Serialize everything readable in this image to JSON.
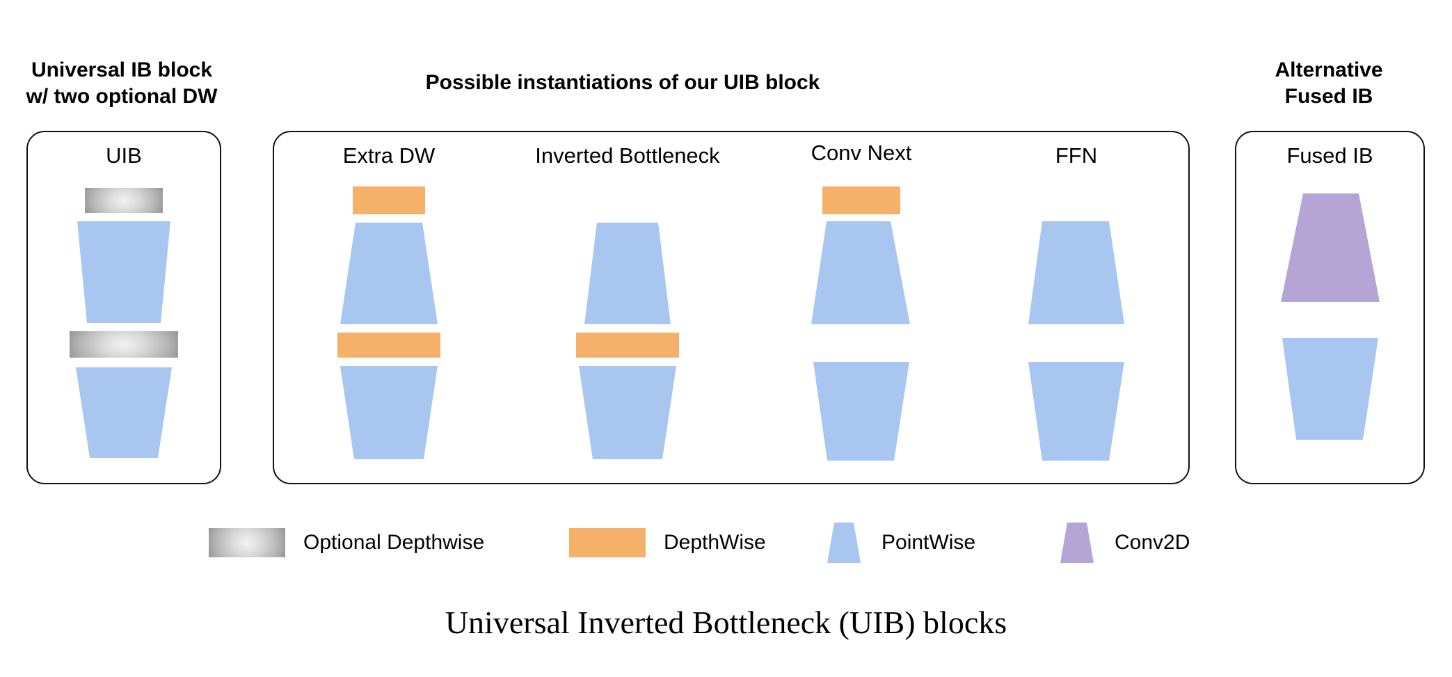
{
  "figure": {
    "caption": "Universal Inverted Bottleneck (UIB) blocks",
    "colors": {
      "pointwise_blue": "#a8c6f0",
      "depthwise_orange": "#f5b06a",
      "conv2d_purple": "#b4a5d5",
      "optional_depthwise_gray": "#9a9a9a",
      "panel_border": "#111111",
      "text": "#000000",
      "background": "#ffffff"
    }
  },
  "sections": {
    "left": {
      "heading": "Universal IB block\nw/ two optional DW",
      "block_label": "UIB",
      "layers": [
        {
          "kind": "optional-depthwise",
          "label": "Optional Depthwise"
        },
        {
          "kind": "pointwise",
          "label": "PointWise"
        },
        {
          "kind": "optional-depthwise",
          "label": "Optional Depthwise"
        },
        {
          "kind": "pointwise",
          "label": "PointWise"
        }
      ]
    },
    "middle": {
      "heading": "Possible instantiations of our UIB block",
      "variants": [
        {
          "label": "Extra DW",
          "layers": [
            {
              "kind": "depthwise",
              "label": "DepthWise"
            },
            {
              "kind": "pointwise",
              "label": "PointWise"
            },
            {
              "kind": "depthwise",
              "label": "DepthWise"
            },
            {
              "kind": "pointwise",
              "label": "PointWise"
            }
          ]
        },
        {
          "label": "Inverted Bottleneck",
          "layers": [
            {
              "kind": "pointwise",
              "label": "PointWise"
            },
            {
              "kind": "depthwise",
              "label": "DepthWise"
            },
            {
              "kind": "pointwise",
              "label": "PointWise"
            }
          ]
        },
        {
          "label": "Conv Next",
          "layers": [
            {
              "kind": "depthwise",
              "label": "DepthWise"
            },
            {
              "kind": "pointwise",
              "label": "PointWise"
            },
            {
              "kind": "pointwise",
              "label": "PointWise"
            }
          ]
        },
        {
          "label": "FFN",
          "layers": [
            {
              "kind": "pointwise",
              "label": "PointWise"
            },
            {
              "kind": "pointwise",
              "label": "PointWise"
            }
          ]
        }
      ]
    },
    "right": {
      "heading": "Alternative\nFused IB",
      "block_label": "Fused IB",
      "layers": [
        {
          "kind": "conv2d",
          "label": "Conv2D"
        },
        {
          "kind": "pointwise",
          "label": "PointWise"
        }
      ]
    }
  },
  "legend": {
    "items": [
      {
        "label": "Optional Depthwise",
        "swatch": "gray-gradient-rect",
        "color": "#9a9a9a"
      },
      {
        "label": "DepthWise",
        "swatch": "orange-rect",
        "color": "#f5b06a"
      },
      {
        "label": "PointWise",
        "swatch": "blue-trapezoid",
        "color": "#a8c6f0"
      },
      {
        "label": "Conv2D",
        "swatch": "purple-trapezoid",
        "color": "#b4a5d5"
      }
    ]
  }
}
